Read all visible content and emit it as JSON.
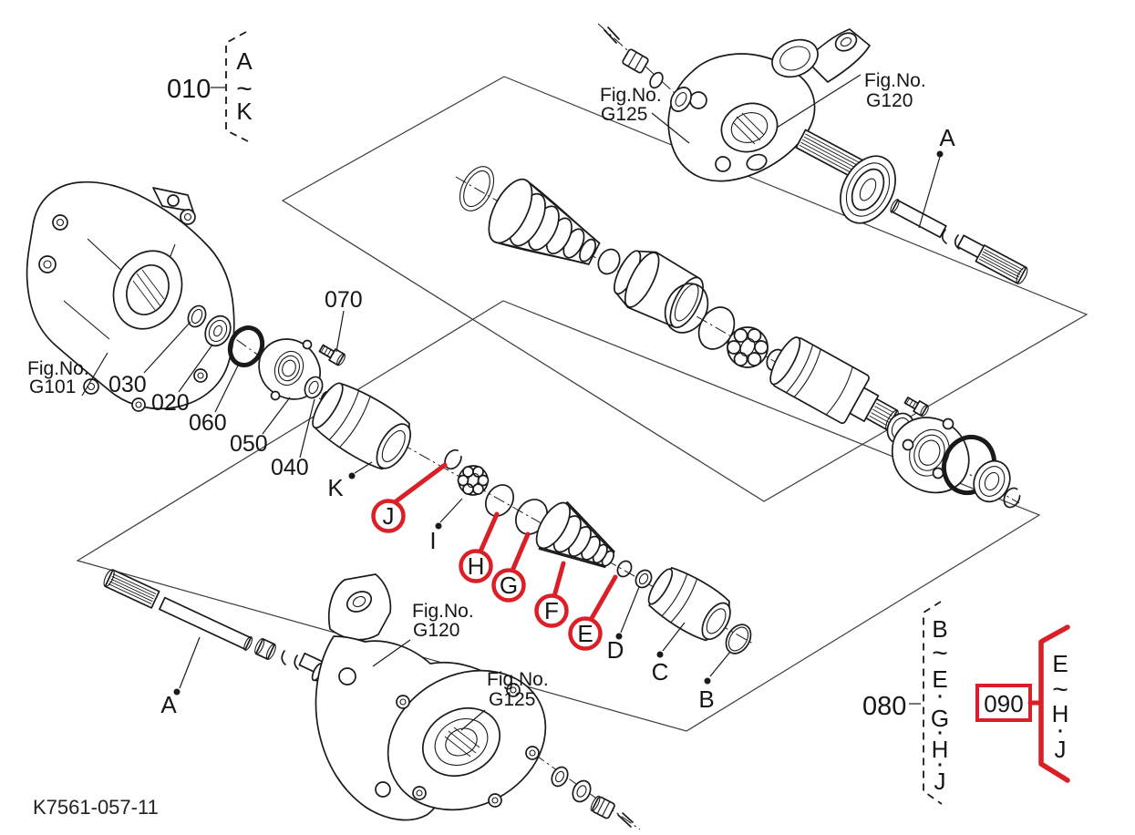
{
  "page": {
    "drawing_code": "K7561-057-11"
  },
  "colors": {
    "line": "#1a1a1a",
    "highlight": "#db1f26"
  },
  "ref_groups": {
    "g010": {
      "number": "010",
      "bracket": [
        "A",
        "~",
        "K"
      ]
    },
    "g080": {
      "number": "080",
      "bracket": [
        "B",
        "~",
        "E",
        "·",
        "G",
        "·",
        "H",
        "·",
        "J"
      ]
    },
    "g090": {
      "number": "090",
      "bracket": [
        "E",
        "~",
        "H",
        "·",
        "J"
      ],
      "highlighted": true
    }
  },
  "figure_refs": {
    "top_knuckle_left": {
      "line1": "Fig.No.",
      "line2": "G125"
    },
    "top_knuckle_right": {
      "line1": "Fig.No.",
      "line2": "G120"
    },
    "differential": {
      "line1": "Fig.No.",
      "line2": "G101"
    },
    "bottom_knuckle": {
      "line1": "Fig.No.",
      "line2": "G120"
    },
    "bottom_hub": {
      "line1": "Fig.No.",
      "line2": "G125"
    }
  },
  "part_numbers": {
    "p020": "020",
    "p030": "030",
    "p040": "040",
    "p050": "050",
    "p060": "060",
    "p070": "070"
  },
  "letter_callouts": {
    "a_top": "A",
    "a_bottom": "A",
    "b": "B",
    "c": "C",
    "d": "D",
    "i": "I",
    "k": "K",
    "e": "E",
    "f": "F",
    "g": "G",
    "h": "H",
    "j": "J"
  }
}
